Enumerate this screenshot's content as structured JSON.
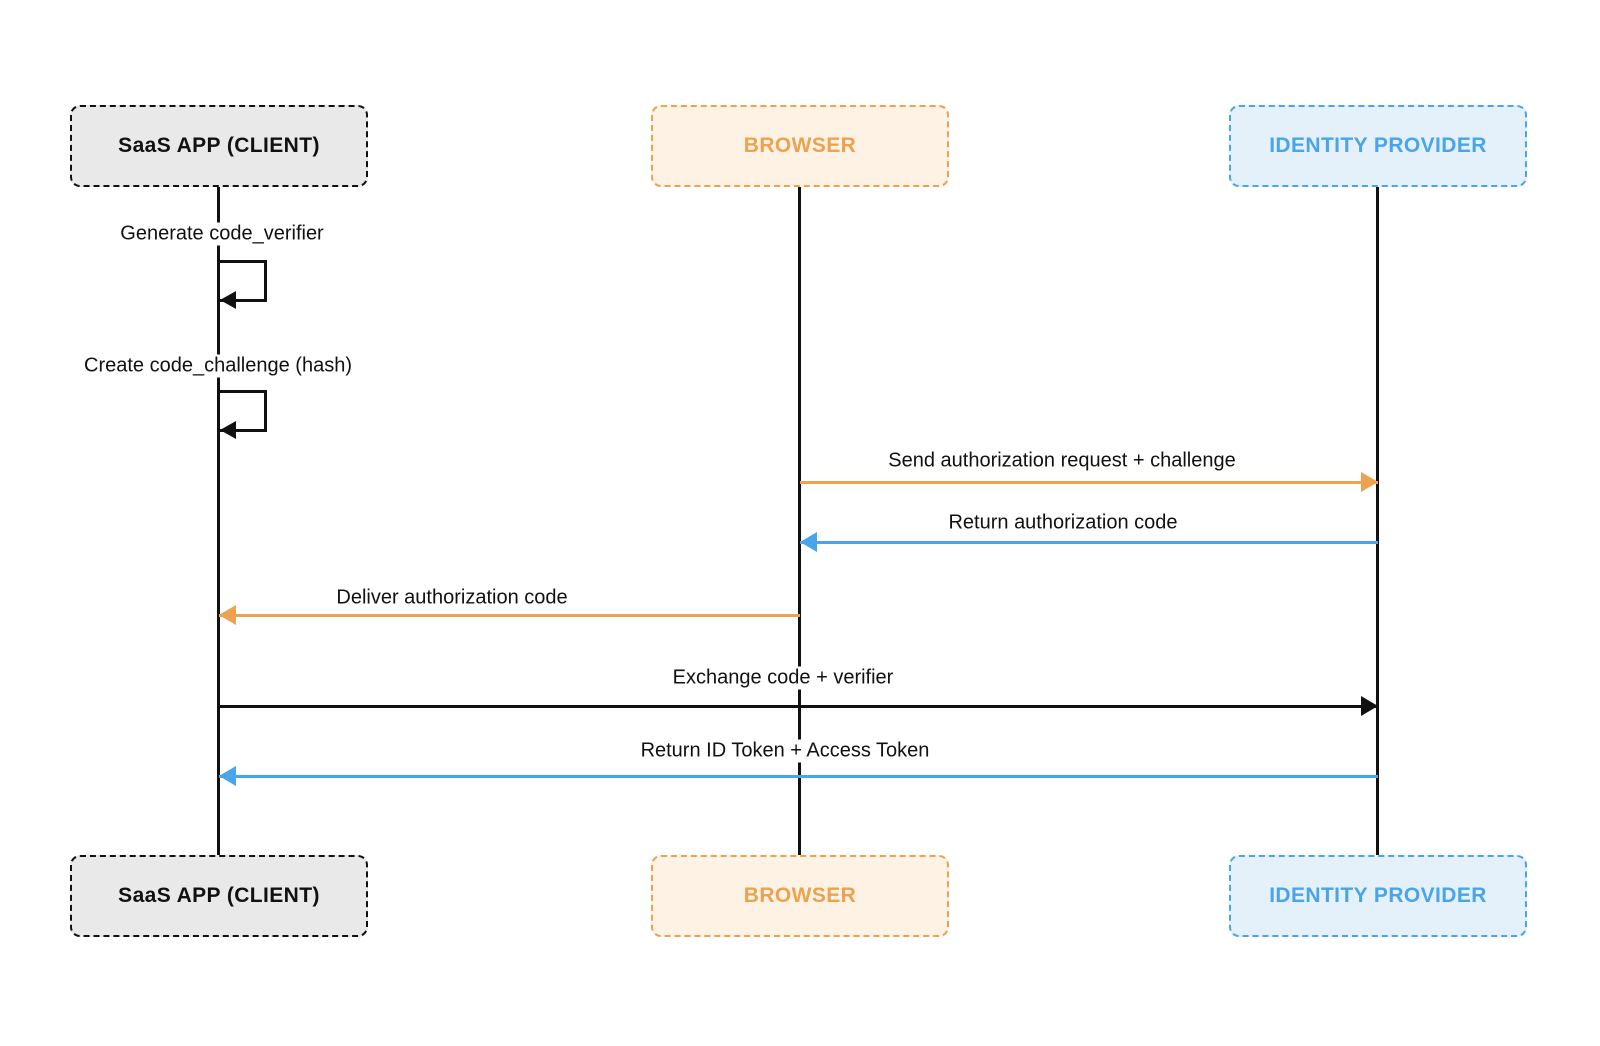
{
  "diagram_type": "sequence-diagram",
  "topic": "OAuth PKCE authorization code flow",
  "colors": {
    "background": "#FFFFFF",
    "orange": "#EDA24F",
    "orange_fill": "#FDF2E3",
    "blue": "#4AA4E9",
    "blue_fill": "#E4F1FB",
    "gray_fill": "#E9E9E9",
    "line_black": "#111111"
  },
  "actors": {
    "saas": {
      "label": "SaaS APP (CLIENT)",
      "theme": "gray"
    },
    "browser": {
      "label": "BROWSER",
      "theme": "orange"
    },
    "idp": {
      "label": "IDENTITY PROVIDER",
      "theme": "blue"
    }
  },
  "self_actions": [
    {
      "actor": "SaaS APP (CLIENT)",
      "label": "Generate code_verifier"
    },
    {
      "actor": "SaaS APP (CLIENT)",
      "label": "Create code_challenge (hash)"
    }
  ],
  "messages": [
    {
      "label": "Send authorization request + challenge",
      "from": "BROWSER",
      "to": "IDENTITY PROVIDER",
      "color": "#EDA24F"
    },
    {
      "label": "Return authorization code",
      "from": "IDENTITY PROVIDER",
      "to": "BROWSER",
      "color": "#4AA4E9"
    },
    {
      "label": "Deliver authorization code",
      "from": "BROWSER",
      "to": "SaaS APP (CLIENT)",
      "color": "#EDA24F"
    },
    {
      "label": "Exchange code + verifier",
      "from": "SaaS APP (CLIENT)",
      "to": "IDENTITY PROVIDER",
      "color": "#111111"
    },
    {
      "label": "Return ID Token + Access Token",
      "from": "IDENTITY PROVIDER",
      "to": "SaaS APP (CLIENT)",
      "color": "#4AA4E9"
    }
  ]
}
